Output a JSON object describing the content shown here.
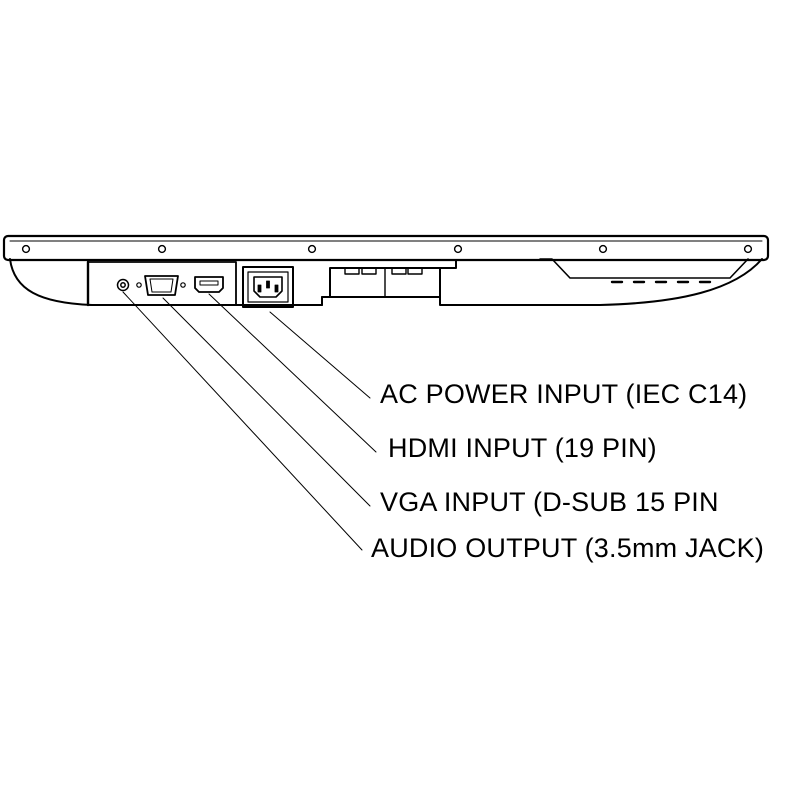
{
  "callouts": {
    "ac_power": "AC POWER INPUT (IEC C14)",
    "hdmi": "HDMI INPUT (19 PIN)",
    "vga": "VGA INPUT (D-SUB 15 PIN",
    "audio": "AUDIO OUTPUT (3.5mm JACK)"
  },
  "colors": {
    "line": "#000000",
    "background": "#ffffff"
  }
}
